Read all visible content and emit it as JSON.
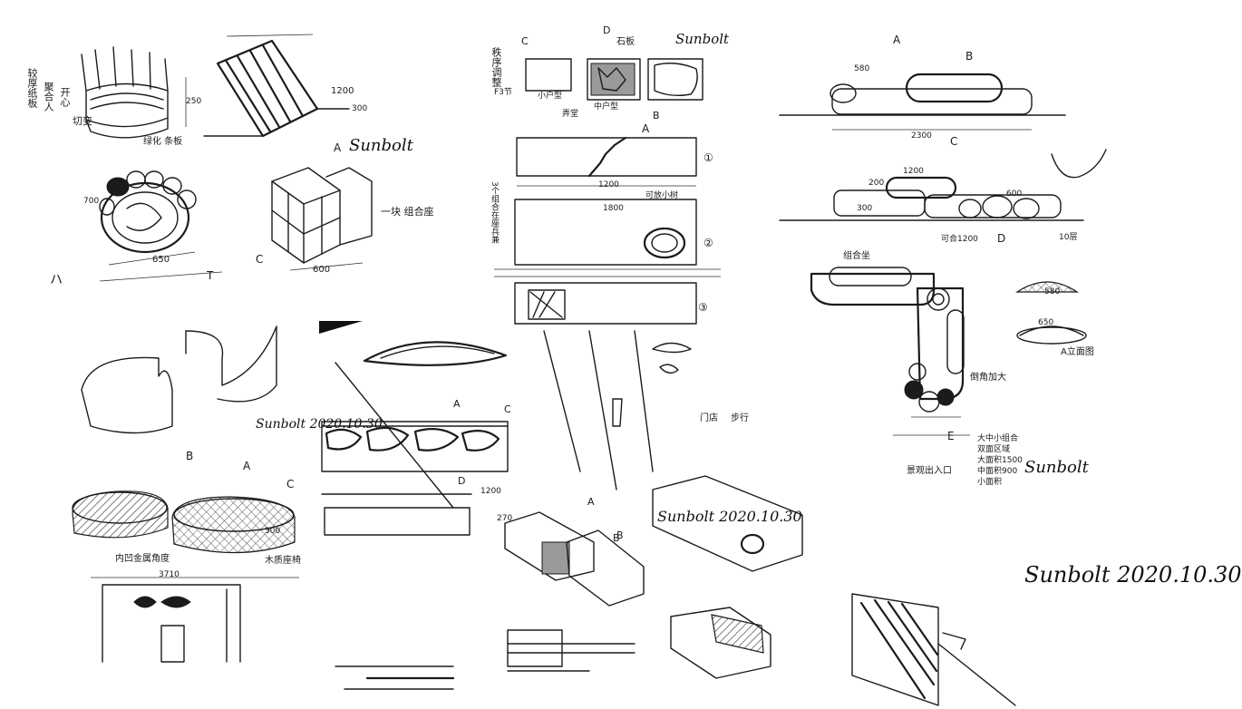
{
  "sheet_a": {
    "notes": [
      "较厚纸板",
      "聚合人",
      "开心",
      "切变",
      "绿化 条板",
      "一块 组合座",
      "650",
      "600",
      "1200",
      "ハ",
      "A",
      "C",
      "T",
      "250",
      "300",
      "700"
    ],
    "signature": "Sunbolt"
  },
  "sheet_b": {
    "notes": [
      "秩序调整",
      "F3节",
      "小户型",
      "中户型",
      "石板",
      "弄堂",
      "A",
      "B",
      "C",
      "D",
      "①",
      "②",
      "③",
      "3个组合在座兵兼",
      "1200",
      "1800",
      "可放小树"
    ],
    "signature": "Sunbolt"
  },
  "sheet_c": {
    "notes": [
      "A",
      "B",
      "C",
      "D",
      "E",
      "580",
      "1200",
      "2300",
      "600",
      "300",
      "200",
      "10层",
      "组合坐",
      "可合1200",
      "580",
      "650",
      "A立面图",
      "大中小组合",
      "双面区域",
      "大面积1500",
      "中面积900",
      "小面积",
      "倒角加大",
      "景观出入口"
    ],
    "signature": "Sunbolt"
  },
  "sheet_d": {
    "notes": [
      "B",
      "A",
      "C",
      "3710",
      "300",
      "内凹金属角度",
      "木质座椅"
    ],
    "signature": "Sunbolt  2020.10.30"
  },
  "sheet_e": {
    "notes": [
      "A",
      "B",
      "C",
      "D",
      "270",
      "1200",
      "门店",
      "步行"
    ],
    "signature": "Sunbolt  2020.10.30"
  },
  "sheet_f": {
    "notes": [
      "A",
      "B"
    ],
    "signature": "Sunbolt  2020.10.30"
  },
  "colors": {
    "ink": "#1b1b1b",
    "paper": "#ffffff"
  }
}
